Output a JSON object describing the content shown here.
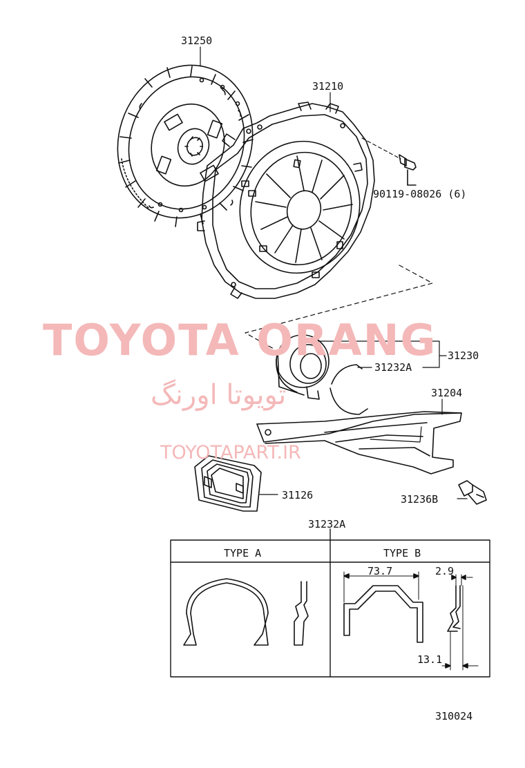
{
  "watermark": {
    "brand": "TOYOTA ORANG",
    "brand_fa": "تویوتا اورنگ",
    "site": "TOYOTAPART.IR"
  },
  "parts": {
    "clutch_disc": "31250",
    "clutch_cover": "31210",
    "bolt": "90119-08026 (6)",
    "release_bearing_assy": "31230",
    "clip": "31232A",
    "release_fork": "31204",
    "boot": "31126",
    "pivot": "31236B"
  },
  "detail_table": {
    "title": "31232A",
    "type_a": "TYPE A",
    "type_b": "TYPE B",
    "dim_width": "73.7",
    "dim_thickness": "2.9",
    "dim_depth": "13.1"
  },
  "figure_code": "310024",
  "colors": {
    "line": "#111111",
    "watermark": "#f4b8b8"
  }
}
